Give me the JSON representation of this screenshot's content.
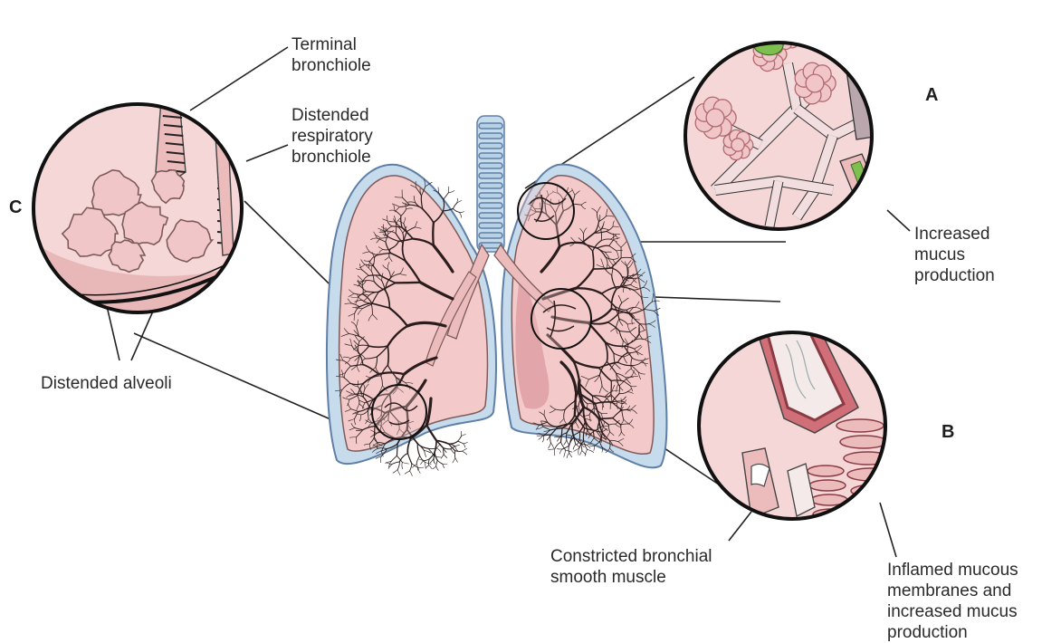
{
  "labels": {
    "terminal_bronchiole": "Terminal\nbronchiole",
    "distended_respiratory_bronchiole": "Distended\nrespiratory\nbronchiole",
    "increased_mucus_production": "Increased\nmucus\nproduction",
    "distended_alveoli": "Distended alveoli",
    "constricted_bronchial_smooth_muscle": "Constricted bronchial\nsmooth muscle",
    "inflamed_mucous_membranes": "Inflamed mucous\nmembranes and\nincreased mucus\nproduction"
  },
  "panel_letters": {
    "a": "A",
    "b": "B",
    "c": "C"
  },
  "colors": {
    "lung_fill": "#f3c9c9",
    "pleura_fill": "#c6dced",
    "pleura_stroke": "#5f7fa6",
    "airway_fill": "#ecbcbc",
    "bronchiole_dark": "#2b1d1d",
    "inset_fill": "#f6d7d7",
    "mucus": "#6aa84f",
    "muscle": "#c0505a",
    "outline": "#111111"
  }
}
